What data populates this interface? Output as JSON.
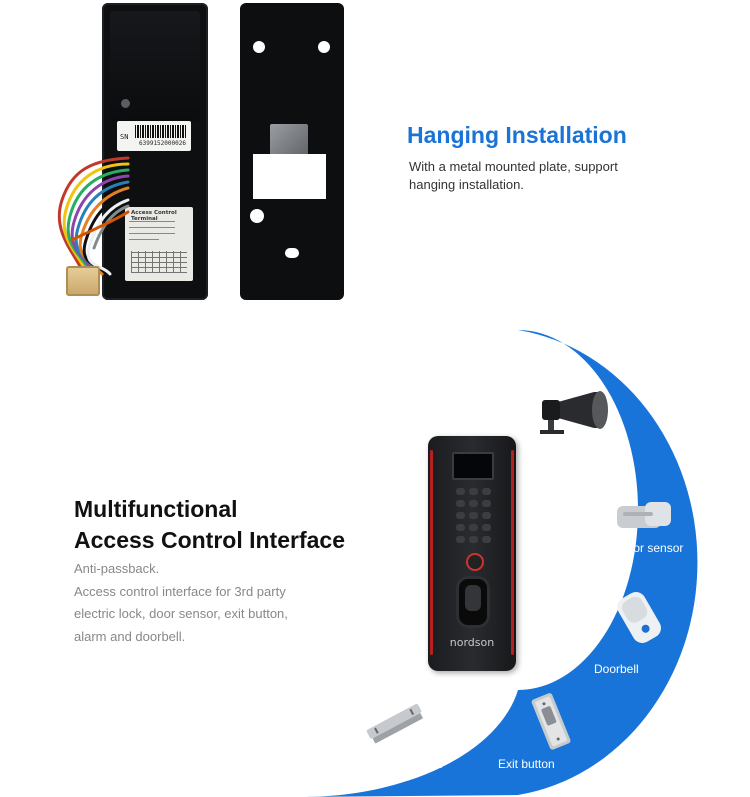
{
  "top": {
    "sn_label": "SN",
    "sn_number": "6399152000026",
    "spec_title": "Access Control Terminal"
  },
  "hanging": {
    "title": "Hanging Installation",
    "lines": [
      "With a metal mounted plate, support",
      "hanging installation."
    ]
  },
  "multi": {
    "title_lines": [
      "Multifunctional",
      "Access Control Interface"
    ],
    "body_lines": [
      "Anti-passback.",
      "Access control interface for 3rd party",
      "electric lock, door sensor, exit button,",
      "alarm and doorbell."
    ]
  },
  "device": {
    "brand": "nordson"
  },
  "accessories": {
    "alarm": "Alram",
    "door_sensor": "Door sensor",
    "doorbell": "Doorbell",
    "exit_button": "Exit button",
    "electric_lock": "Electric lock"
  },
  "colors": {
    "accent_blue": "#1a73d6",
    "arc_blue": "#1874d8",
    "device_red": "#b6201f"
  }
}
